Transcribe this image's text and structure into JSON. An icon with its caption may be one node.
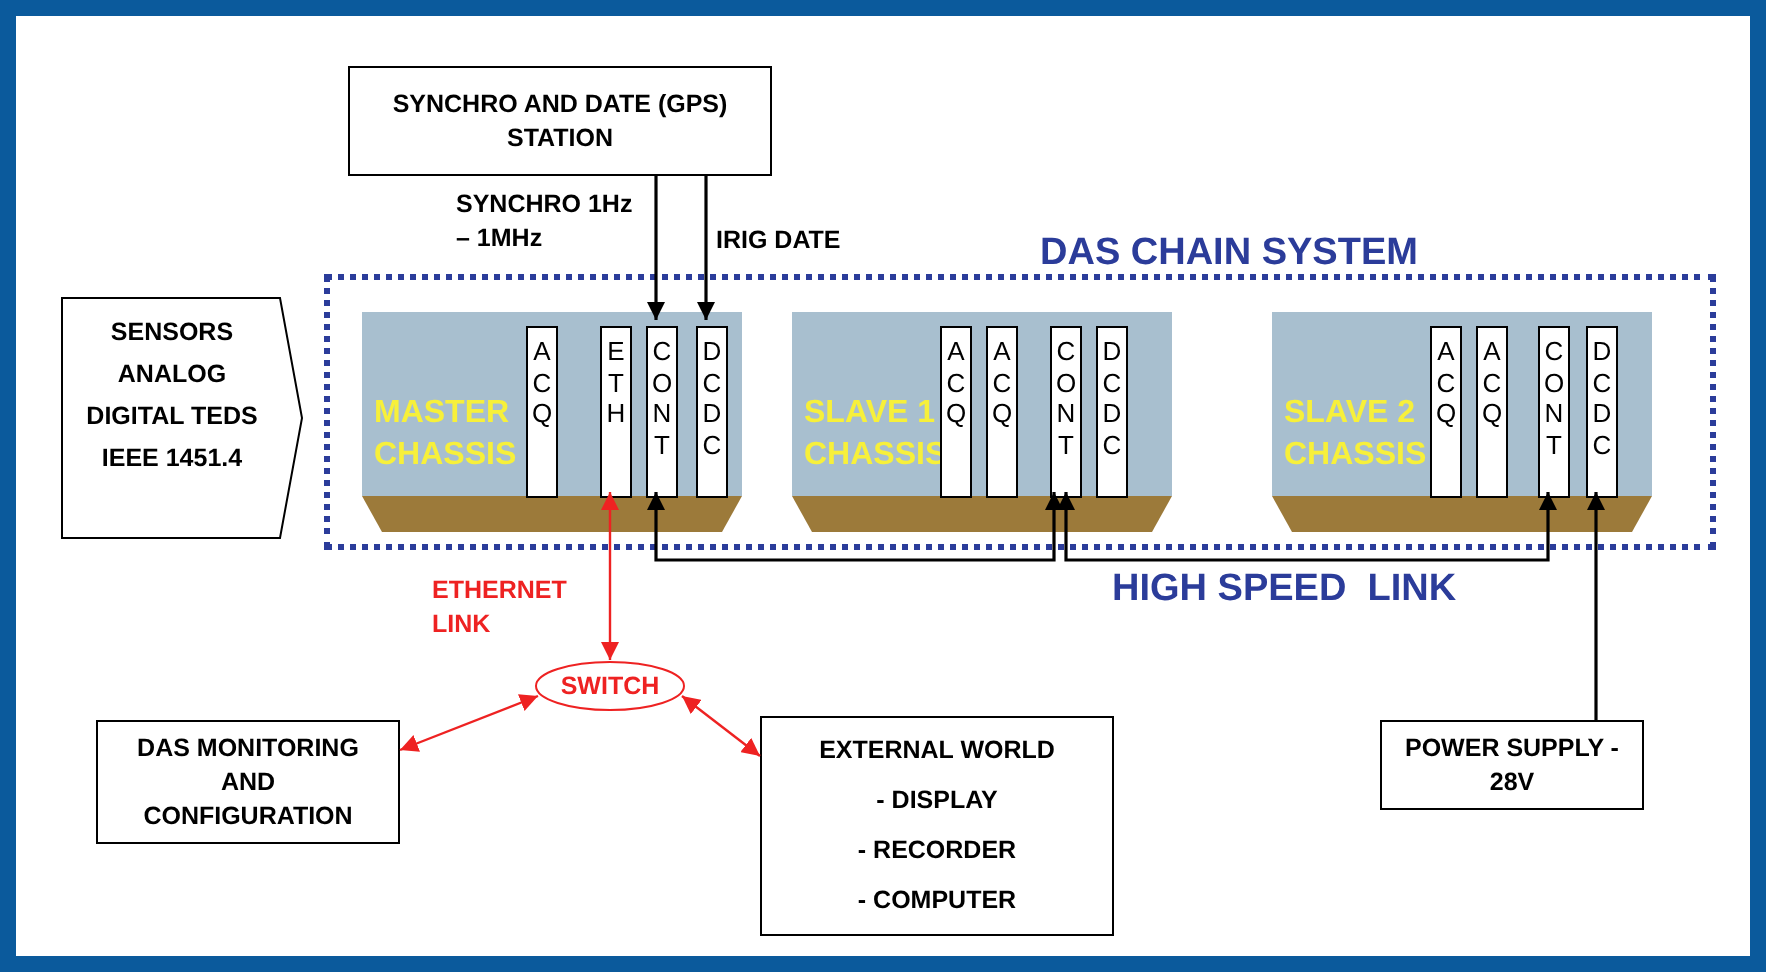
{
  "diagram": {
    "nodes": [
      {
        "text": [
          "SYNCHRO AND DATE (GPS) STATION"
        ]
      },
      {
        "text": [
          "DAS CHAIN SYSTEM"
        ]
      },
      {
        "text": [
          "MASTER CHASSIS"
        ],
        "in": 1
      },
      {
        "text": [
          "ACQ"
        ],
        "in": 2
      },
      {
        "text": [
          "ETH"
        ],
        "in": 2
      },
      {
        "text": [
          "CONT"
        ],
        "in": 2
      },
      {
        "text": [
          "DC DC"
        ],
        "in": 2
      },
      {
        "text": [
          "SLAVE 1 CHASSIS"
        ],
        "in": 1
      },
      {
        "text": [
          "ACQ"
        ],
        "in": 7
      },
      {
        "text": [
          "ACQ"
        ],
        "in": 7
      },
      {
        "text": [
          "CONT"
        ],
        "in": 7
      },
      {
        "text": [
          "DC DC"
        ],
        "in": 7
      },
      {
        "text": [
          "SLAVE 2 CHASSIS"
        ],
        "in": 1
      },
      {
        "text": [
          "ACQ"
        ],
        "in": 12
      },
      {
        "text": [
          "ACQ"
        ],
        "in": 12
      },
      {
        "text": [
          "CONT"
        ],
        "in": 12
      },
      {
        "text": [
          "DC DC"
        ],
        "in": 12
      },
      {
        "text": [
          "SENSORS ANALOG DIGITAL TEDS IEEE 1451.4"
        ]
      },
      {
        "text": [
          "SWITCH"
        ]
      },
      {
        "text": [
          "DAS MONITORING AND CONFIGURATION"
        ]
      },
      {
        "text": [
          "EXTERNAL WORLD",
          "- DISPLAY",
          "- RECORDER",
          "- COMPUTER"
        ]
      },
      {
        "text": [
          "POWER SUPPLY - 28V"
        ]
      }
    ],
    "edges": [
      {
        "from": 0,
        "to": 5,
        "arrow": "to",
        "label": "SYNCHRO 1Hz – 1MHz"
      },
      {
        "from": 0,
        "to": 6,
        "arrow": "to",
        "label": "IRIG DATE"
      },
      {
        "from": 18,
        "to": 4,
        "arrow": "both",
        "label": "ETHERNET LINK",
        "color": "#ee2222"
      },
      {
        "from": 5,
        "to": 10,
        "arrow": "both"
      },
      {
        "from": 10,
        "to": 15,
        "arrow": "both",
        "label": "HIGH SPEED  LINK"
      },
      {
        "from": 21,
        "to": 16,
        "arrow": "to"
      },
      {
        "from": 18,
        "to": 19,
        "arrow": "both",
        "color": "#ee2222"
      },
      {
        "from": 18,
        "to": 20,
        "arrow": "both",
        "color": "#ee2222"
      }
    ]
  }
}
